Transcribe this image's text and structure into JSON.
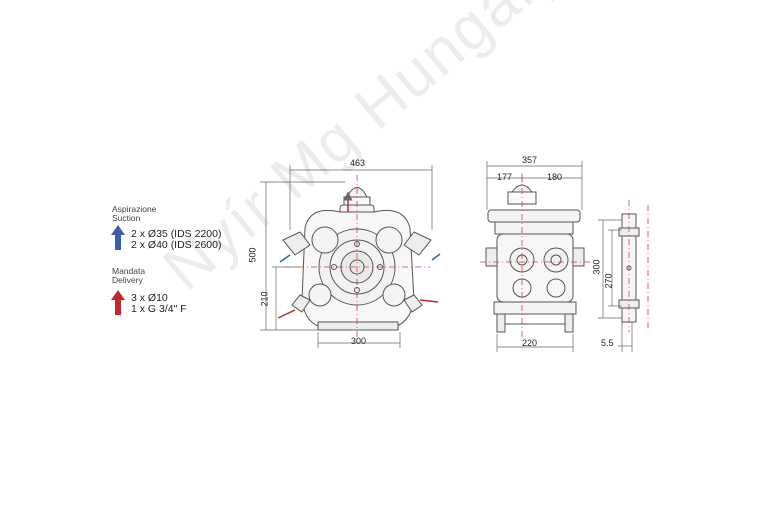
{
  "legend": {
    "suction": {
      "title_it": "Aspirazione",
      "title_en": "Suction",
      "spec_1": "2 x Ø35 (IDS 2200)",
      "spec_2": "2 x Ø40 (IDS 2600)",
      "arrow_color": "#3a5fa8"
    },
    "delivery": {
      "title_it": "Mandata",
      "title_en": "Delivery",
      "spec_1": "3 x Ø10",
      "spec_2": "1 x G 3/4\" F",
      "arrow_color": "#c0282d"
    }
  },
  "dimensions": {
    "front_width": "463",
    "front_height": "500",
    "front_axis_height": "210",
    "front_base_width": "300",
    "side_total_depth": "357",
    "side_front_depth": "177",
    "side_rear_depth": "180",
    "side_base_width": "220",
    "mount_spacing_outer": "300",
    "mount_spacing_inner": "270",
    "mount_thickness": "5.5"
  },
  "watermark": "Nyír Mg Hungary Kft",
  "colors": {
    "line": "#555555",
    "dim_line": "#666666",
    "center_line": "#d04040"
  }
}
